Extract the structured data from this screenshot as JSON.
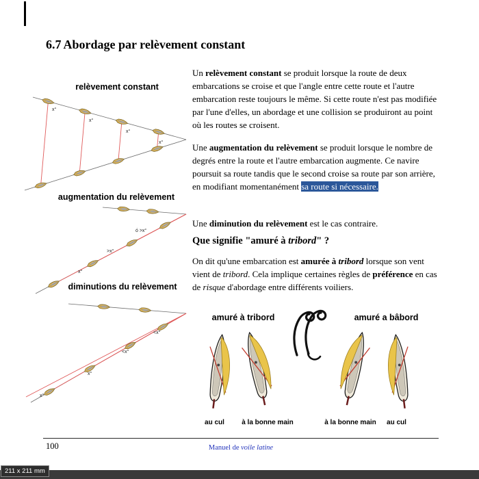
{
  "viewer": {
    "size_badge": "211 x 211 mm"
  },
  "page": {
    "section_number": "6.7",
    "title": "Abordage par relèvement constant"
  },
  "diagrams": {
    "constant": {
      "label": "relèvement constant",
      "angles": [
        "x°",
        "x°",
        "x°",
        "x°"
      ]
    },
    "augmentation": {
      "label": "augmentation du relèvement",
      "angles": [
        "ó >x°",
        ">x°",
        "x°"
      ]
    },
    "diminution": {
      "label": "diminutions du relèvement",
      "angles": [
        "<x°",
        "<x°",
        "x°",
        "x°"
      ]
    }
  },
  "text": {
    "p1": {
      "a": "Un ",
      "b": "relèvement constant",
      "c": " se produit lorsque la route de deux embarcations se croise et que l'angle entre cette route et l'autre embarcation reste toujours le même. Si cette route n'est pas modifiée par l'une d'elles, un abordage et une collision se produiront au point où les routes se croisent."
    },
    "p2": {
      "a": "Une ",
      "b": "augmentation du relèvement",
      "c": " se produit lorsque le nombre de degrés entre la route et l'autre embarcation augmente. Ce navire poursuit sa route tandis que le second croise sa route par son arrière, en modifiant momentanément ",
      "d": "sa route si nécessaire."
    },
    "p3": {
      "a": "Une ",
      "b": "diminution du relèvement",
      "c": " est le cas contraire."
    },
    "heading": {
      "a": "Que signifie \"amuré à ",
      "b": "tribord",
      "c": "\" ?"
    },
    "p4": {
      "a": "On dit qu'une embarcation est ",
      "b": "amurée à ",
      "c": "tribord",
      "d": " lorsque son vent vient de ",
      "e": "tribord",
      "f": ". Cela implique certaines règles de ",
      "g": "préférence",
      "h": " en cas de ",
      "i": "risque",
      "j": " d'abordage entre différents voiliers."
    }
  },
  "illustration": {
    "left_label": "amuré à tribord",
    "right_label": "amuré a bâbord",
    "captions": [
      "au cul",
      "à la bonne main",
      "à la bonne main",
      "au cul"
    ]
  },
  "footer": {
    "page_number": "100",
    "manual_prefix": "Manuel de ",
    "manual_italic": "voile latine"
  },
  "colors": {
    "highlight_bg": "#2b579a",
    "footer_blue": "#2233bb",
    "bearing_red": "#e05a5a",
    "sail_yellow": "#e9c44a"
  }
}
